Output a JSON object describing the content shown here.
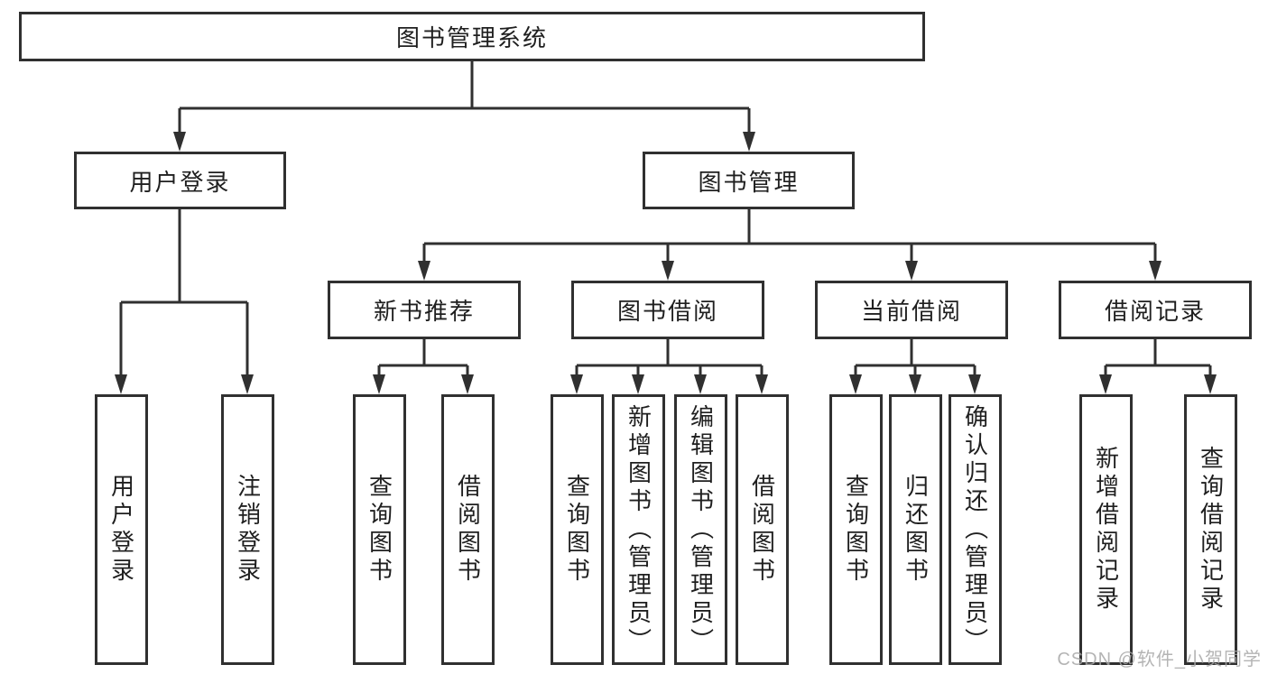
{
  "diagram": {
    "root": "图书管理系统",
    "branches": [
      {
        "label": "用户登录",
        "children": [
          "用户登录",
          "注销登录"
        ]
      },
      {
        "label": "图书管理",
        "sections": [
          {
            "label": "新书推荐",
            "children": [
              "查询图书",
              "借阅图书"
            ]
          },
          {
            "label": "图书借阅",
            "children": [
              "查询图书",
              "新增图书（管理员）",
              "编辑图书（管理员）",
              "借阅图书"
            ]
          },
          {
            "label": "当前借阅",
            "children": [
              "查询图书",
              "归还图书",
              "确认归还（管理员）"
            ]
          },
          {
            "label": "借阅记录",
            "children": [
              "新增借阅记录",
              "查询借阅记录"
            ]
          }
        ]
      }
    ]
  },
  "watermark": "CSDN @软件_小贺同学",
  "colors": {
    "line": "#303030",
    "text": "#1f1f1f",
    "background": "#ffffff",
    "watermark": "#a8a8a8"
  }
}
